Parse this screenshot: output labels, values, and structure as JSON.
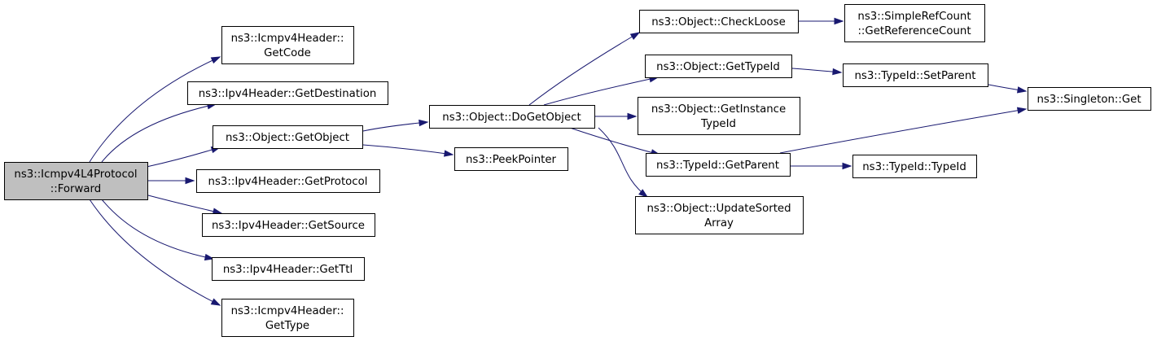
{
  "nodes": {
    "root": [
      "ns3::Icmpv4L4Protocol",
      "::Forward"
    ],
    "get_code": [
      "ns3::Icmpv4Header::",
      "GetCode"
    ],
    "get_destination": [
      "ns3::Ipv4Header::GetDestination"
    ],
    "get_object": [
      "ns3::Object::GetObject"
    ],
    "get_protocol": [
      "ns3::Ipv4Header::GetProtocol"
    ],
    "get_source": [
      "ns3::Ipv4Header::GetSource"
    ],
    "get_ttl": [
      "ns3::Ipv4Header::GetTtl"
    ],
    "get_type": [
      "ns3::Icmpv4Header::",
      "GetType"
    ],
    "do_get_object": [
      "ns3::Object::DoGetObject"
    ],
    "peek_pointer": [
      "ns3::PeekPointer"
    ],
    "check_loose": [
      "ns3::Object::CheckLoose"
    ],
    "get_type_id": [
      "ns3::Object::GetTypeId"
    ],
    "get_instance_type_id": [
      "ns3::Object::GetInstance",
      "TypeId"
    ],
    "typeid_get_parent": [
      "ns3::TypeId::GetParent"
    ],
    "update_sorted_array": [
      "ns3::Object::UpdateSorted",
      "Array"
    ],
    "get_reference_count": [
      "ns3::SimpleRefCount",
      "::GetReferenceCount"
    ],
    "typeid_set_parent": [
      "ns3::TypeId::SetParent"
    ],
    "typeid_typeid": [
      "ns3::TypeId::TypeId"
    ],
    "singleton_get": [
      "ns3::Singleton::Get"
    ]
  },
  "edges": [
    [
      "root",
      "get_code"
    ],
    [
      "root",
      "get_destination"
    ],
    [
      "root",
      "get_object"
    ],
    [
      "root",
      "get_protocol"
    ],
    [
      "root",
      "get_source"
    ],
    [
      "root",
      "get_ttl"
    ],
    [
      "root",
      "get_type"
    ],
    [
      "get_object",
      "do_get_object"
    ],
    [
      "get_object",
      "peek_pointer"
    ],
    [
      "do_get_object",
      "check_loose"
    ],
    [
      "do_get_object",
      "get_type_id"
    ],
    [
      "do_get_object",
      "get_instance_type_id"
    ],
    [
      "do_get_object",
      "typeid_get_parent"
    ],
    [
      "do_get_object",
      "update_sorted_array"
    ],
    [
      "check_loose",
      "get_reference_count"
    ],
    [
      "get_type_id",
      "typeid_set_parent"
    ],
    [
      "typeid_set_parent",
      "singleton_get"
    ],
    [
      "typeid_get_parent",
      "singleton_get"
    ],
    [
      "typeid_get_parent",
      "typeid_typeid"
    ]
  ],
  "colors": {
    "edge": "#191970",
    "root_fill": "#bfbfbf",
    "node_fill": "#ffffff",
    "border": "#000000"
  }
}
